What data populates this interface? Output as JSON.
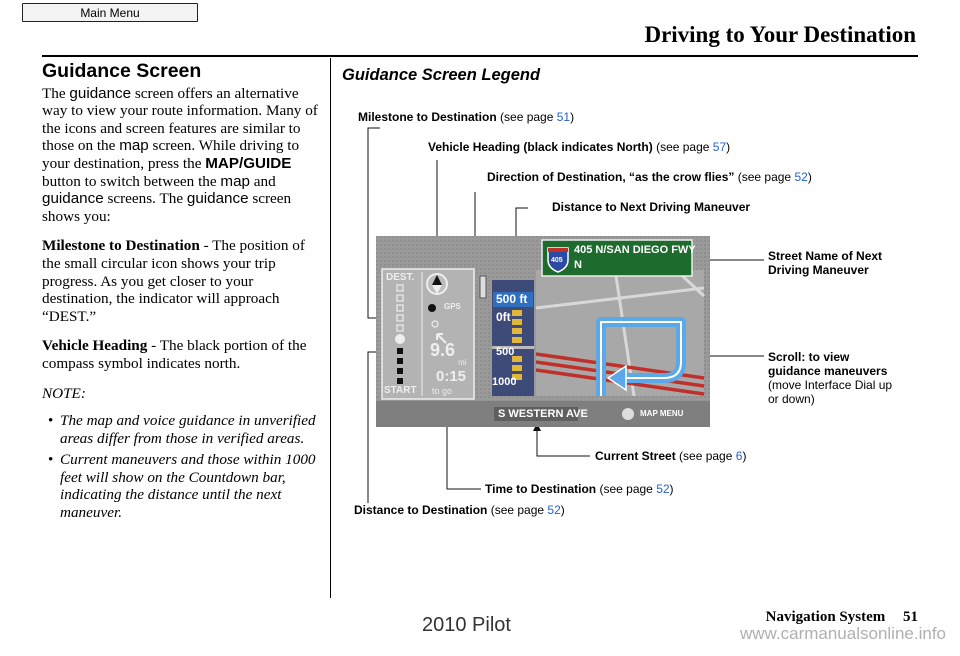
{
  "header": {
    "main_menu_label": "Main Menu",
    "page_title": "Driving to Your Destination"
  },
  "left": {
    "heading": "Guidance Screen",
    "intro": {
      "t1": "The ",
      "w_guidance": "guidance",
      "t2": " screen offers an alternative way to view your route information. Many of the icons and screen features are similar to those on the ",
      "w_map": "map",
      "t3": " screen. While driving to your destination, press the ",
      "w_button": "MAP/GUIDE",
      "t4": " button to switch between the ",
      "w_map2": "map",
      "t5": " and ",
      "w_guidance2": "guidance",
      "t6": " screens. The ",
      "w_guidance3": "guidance",
      "t7": " screen shows you:"
    },
    "milestone": {
      "term": "Milestone to Destination",
      "desc": " - The position of the small circular icon shows your trip progress. As you get closer to your destination, the indicator will approach “DEST.”"
    },
    "heading_item": {
      "term": "Vehicle Heading",
      "desc": " - The black portion of the compass symbol indicates north."
    },
    "note_label": "NOTE:",
    "notes": [
      "The map and voice guidance in unverified areas differ from those in verified areas.",
      "Current maneuvers and those within 1000 feet will show on the Countdown bar, indicating the distance until the next maneuver."
    ]
  },
  "legend": {
    "heading": "Guidance Screen Legend",
    "see_page": "(see page ",
    "close": ")",
    "milestone": {
      "label": "Milestone to Destination",
      "page": "51"
    },
    "vehicle_heading": {
      "label": "Vehicle Heading (black indicates North)",
      "page": "57"
    },
    "direction": {
      "label": "Direction of Destination, “as the crow flies”",
      "page": "52"
    },
    "next_distance": {
      "label": "Distance to Next Driving Maneuver"
    },
    "street_name": {
      "line1": "Street Name of Next",
      "line2": "Driving Maneuver"
    },
    "scroll": {
      "line1": "Scroll: to view",
      "line2": "guidance maneuvers",
      "line3": "(move Interface Dial up",
      "line4": "or down)"
    },
    "current_street": {
      "label": "Current Street",
      "page": "6"
    },
    "time_to_dest": {
      "label": "Time to Destination",
      "page": "52"
    },
    "dist_to_dest": {
      "label": "Distance to Destination",
      "page": "52"
    }
  },
  "screen": {
    "dest_label": "DEST.",
    "start_label": "START",
    "gps_label": "GPS",
    "distance_value": "9.6",
    "distance_unit": "mi",
    "time_value": "0:15",
    "time_caption": "to go",
    "next_dist": "500 ft",
    "countdown_top": "0ft",
    "countdown_mid": "500",
    "countdown_low": "1000",
    "shield_number": "405",
    "sign_line1": "405 N/SAN DIEGO FWY",
    "sign_line2": "N",
    "current_street": "S WESTERN AVE",
    "map_menu": "MAP MENU",
    "progress_fraction": 0.45
  },
  "footer": {
    "brand": "2010 Pilot",
    "url": "www.carmanualsonline.info",
    "system": "Navigation System",
    "page_number": "51"
  },
  "colors": {
    "page_link": "#2563c9",
    "sign_green": "#1e6b2e",
    "route_blue": "#5aa8e8",
    "countdown_yellow": "#e2b63a",
    "highway_red": "#c0302a"
  }
}
